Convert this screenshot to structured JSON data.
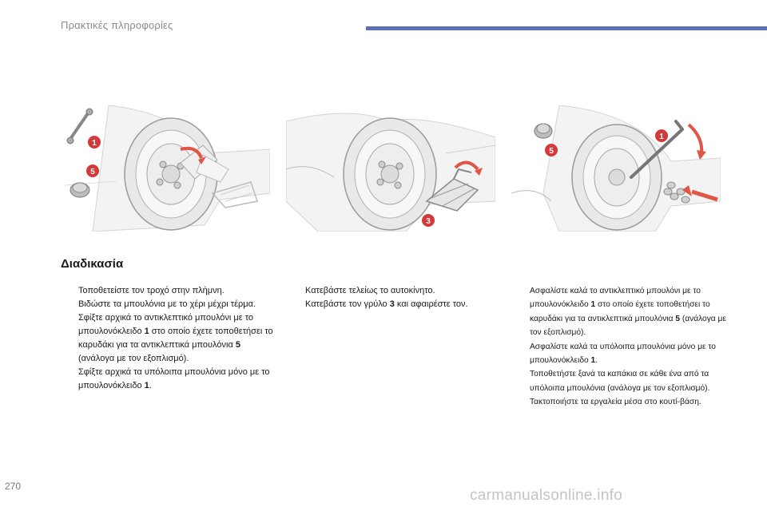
{
  "header": {
    "title": "Πρακτικές πληροφορίες",
    "accent_color": "#5f6fb0"
  },
  "figures": {
    "callout_color": "#d33a3a",
    "arrow_color": "#e05545",
    "fig1": {
      "callouts": [
        "1",
        "5"
      ]
    },
    "fig2": {
      "callouts": [
        "3"
      ]
    },
    "fig3": {
      "callouts": [
        "1",
        "5"
      ]
    }
  },
  "section": {
    "title": "Διαδικασία"
  },
  "bullet_glyph": "",
  "column1": {
    "items": [
      "Τοποθετείστε τον τροχό στην πλήμνη.",
      "Βιδώστε τα μπουλόνια με το χέρι μέχρι τέρμα.",
      "Σφίξτε αρχικά το αντικλεπτικό μπουλόνι με το μπουλονόκλειδο |1| στο οποίο έχετε τοποθετήσει το καρυδάκι για τα αντικλεπτικά μπουλόνια |5| (ανάλογα με τον εξοπλισμό).",
      "Σφίξτε αρχικά τα υπόλοιπα μπουλόνια μόνο με το μπουλονόκλειδο |1|."
    ]
  },
  "column2": {
    "items": [
      "Κατεβάστε τελείως το αυτοκίνητο.",
      "Κατεβάστε τον γρύλο |3| και αφαιρέστε τον."
    ]
  },
  "column3": {
    "items": [
      "Ασφαλίστε καλά το αντικλεπτικό μπουλόνι με το μπουλονόκλειδο |1| στο οποίο έχετε τοποθετήσει το καρυδάκι για τα αντικλεπτικά μπουλόνια |5| (ανάλογα με τον εξοπλισμό).",
      "Ασφαλίστε καλά τα υπόλοιπα μπουλόνια μόνο με το μπουλονόκλειδο |1|.",
      "Τοποθετήστε ξανά τα καπάκια σε κάθε ένα από τα υπόλοιπα μπουλόνια (ανάλογα με τον εξοπλισμό).",
      "Τακτοποιήστε τα εργαλεία μέσα στο κουτί-βάση."
    ]
  },
  "footer": {
    "page_number": "270",
    "watermark": "carmanualsonline.info"
  }
}
